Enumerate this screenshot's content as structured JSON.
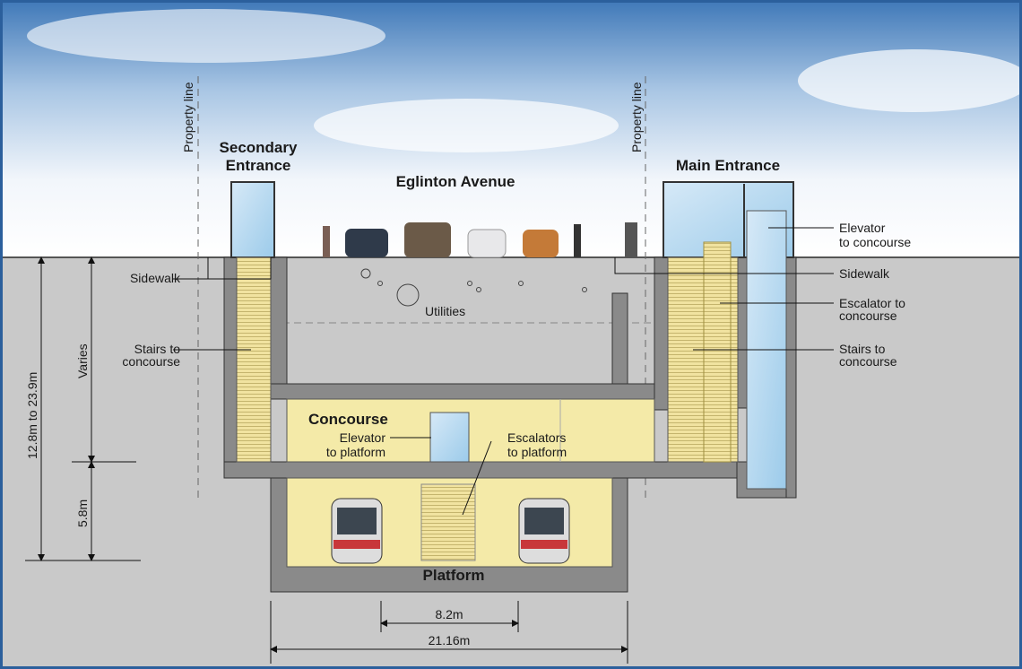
{
  "title": "Eglinton Avenue",
  "entrances": {
    "secondary": [
      "Secondary",
      "Entrance"
    ],
    "main": "Main Entrance"
  },
  "property_line": "Property line",
  "left_labels": {
    "sidewalk": "Sidewalk",
    "stairs": [
      "Stairs to",
      "concourse"
    ]
  },
  "right_labels": {
    "elevator": [
      "Elevator",
      "to concourse"
    ],
    "sidewalk": "Sidewalk",
    "escalator": [
      "Escalator to",
      "concourse"
    ],
    "stairs": [
      "Stairs to",
      "concourse"
    ]
  },
  "utilities": "Utilities",
  "concourse": {
    "title": "Concourse",
    "elevator": [
      "Elevator",
      "to platform"
    ],
    "escalators": [
      "Escalators",
      "to platform"
    ]
  },
  "platform": "Platform",
  "dimensions": {
    "total_depth": "12.8m  to  23.9m",
    "varies": "Varies",
    "platform_depth": "5.8m",
    "inner_width": "8.2m",
    "outer_width": "21.16m"
  },
  "colors": {
    "ground": "#c9c9c9",
    "wall": "#8a8a8a",
    "yellow": "#f4eaa8",
    "frame": "#2b5f9c"
  }
}
